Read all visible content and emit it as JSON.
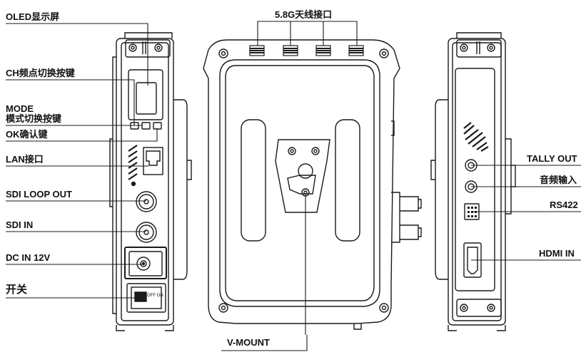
{
  "labels": {
    "oled": "OLED显示屏",
    "ch_button": "CH频点切换按键",
    "mode_line1": "MODE",
    "mode_line2": "模式切换按键",
    "ok_button": "OK确认键",
    "lan": "LAN接口",
    "sdi_loop_out": "SDI LOOP OUT",
    "sdi_in": "SDI IN",
    "dc_in": "DC IN 12V",
    "power_switch": "开关",
    "antenna": "5.8G天线接口",
    "v_mount": "V-MOUNT",
    "tally_out": "TALLY OUT",
    "audio_in": "音频输入",
    "rs422": "RS422",
    "hdmi_in": "HDMI IN",
    "switch_text": "OFF ON"
  },
  "colors": {
    "line": "#1a1a1a",
    "background": "#ffffff",
    "fill_dark": "#2a2a2a"
  }
}
